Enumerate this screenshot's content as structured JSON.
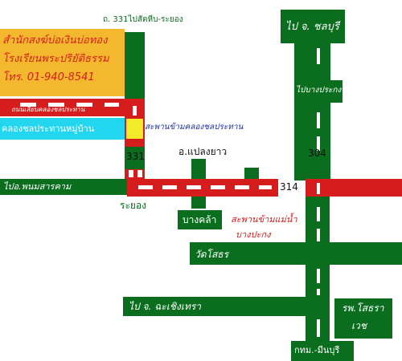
{
  "colors": {
    "road_green": "#0a6e1e",
    "road_red": "#d61d1d",
    "sign_orange": "#f4b82e",
    "canal_cyan": "#22d6f0",
    "marker_yellow": "#f3ea2a"
  },
  "sign": {
    "line1": "สำนักสงฆ์บ่อเงินบ่อทอง",
    "line2": "โรงเรียนพระปริยัติธรรม",
    "line3": "โทร. 01-940-8541"
  },
  "roads": {
    "route331_north": "ถ. 331ไปสัตหีบ-ระยอง",
    "to_chonburi": "ไป จ. ชลบุรี",
    "to_bang_pakong_road": "ไปบางประกง",
    "bridge_canal_road": "ถนนเลียบคลองชลประทาน",
    "canal_village": "คลองชลประทานหมู่บ้าน",
    "canal_bridge": "สะพานข้ามคลองชลประทาน",
    "route331_label": "331",
    "plaeng_yao": "อ.แปลงยาว",
    "route304_label": "304",
    "to_phanom_sarakham": "ไปอ.พนมสารคาม",
    "route314_label": "314",
    "rayong": "ระยอง",
    "bang_khla": "บางคล้า",
    "river_bridge_line1": "สะพานข้ามแม่น้ำ",
    "river_bridge_line2": "บางปะกง",
    "wat_sothon": "วัดโสธร",
    "to_chachoengsao": "ไป จ. ฉะเชิงเทรา",
    "sothon_hospital_line1": "รพ.โสธรา",
    "sothon_hospital_line2": "เวช",
    "bangkok_minburi": "กทม.-มีนบุรี"
  }
}
